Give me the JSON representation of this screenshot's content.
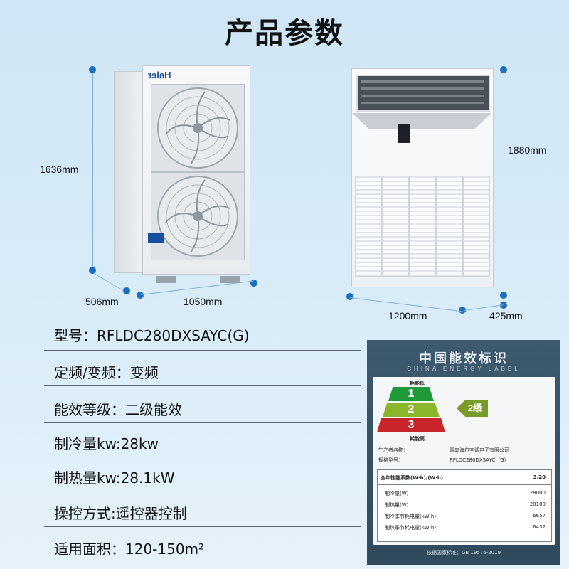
{
  "page": {
    "title": "产品参数"
  },
  "dimensions": {
    "outdoor_height": "1636mm",
    "outdoor_depth": "506mm",
    "outdoor_width": "1050mm",
    "indoor_height": "1880mm",
    "indoor_width": "1200mm",
    "indoor_depth": "425mm"
  },
  "brand": {
    "logo_text": "Haier"
  },
  "specs": [
    {
      "text": "型号：RFLDC280DXSAYC(G)"
    },
    {
      "text": "定频/变频：变频"
    },
    {
      "text": "能效等级：二级能效"
    },
    {
      "text": "制冷量kw:28kw"
    },
    {
      "text": "制热量kw:28.1kW"
    },
    {
      "text": "操控方式:遥控器控制"
    },
    {
      "text": "适用面积：120-150m²"
    }
  ],
  "energy_label": {
    "title": "中国能效标识",
    "subtitle": "CHINA ENERGY LABEL",
    "top_note": "耗能低",
    "bottom_note": "耗能高",
    "tiers": [
      "1",
      "2",
      "3"
    ],
    "grade": "2级",
    "manufacturer_label": "生产者名称：",
    "manufacturer": "青岛海尔空调电子有限公司",
    "model_label": "规格型号：",
    "model": "RFLDC280DXSAYC（G）",
    "apf_label": "全年性能系数(W·h)/(W·h)",
    "apf_value": "3.20",
    "rows": [
      {
        "label": "制冷量(W)",
        "value": "28000"
      },
      {
        "label": "制热量(W)",
        "value": "28100"
      },
      {
        "label": "制冷季节耗电量(kW·h)",
        "value": "6657"
      },
      {
        "label": "制热季节耗电量(kW·h)",
        "value": "6432"
      }
    ],
    "standard": "依据国家标准：GB 19576-2019",
    "colors": {
      "tier1": "#1e9a3a",
      "tier2": "#8bb52a",
      "tier3": "#c8252b",
      "grade_bg": "#7a9a2a"
    }
  }
}
